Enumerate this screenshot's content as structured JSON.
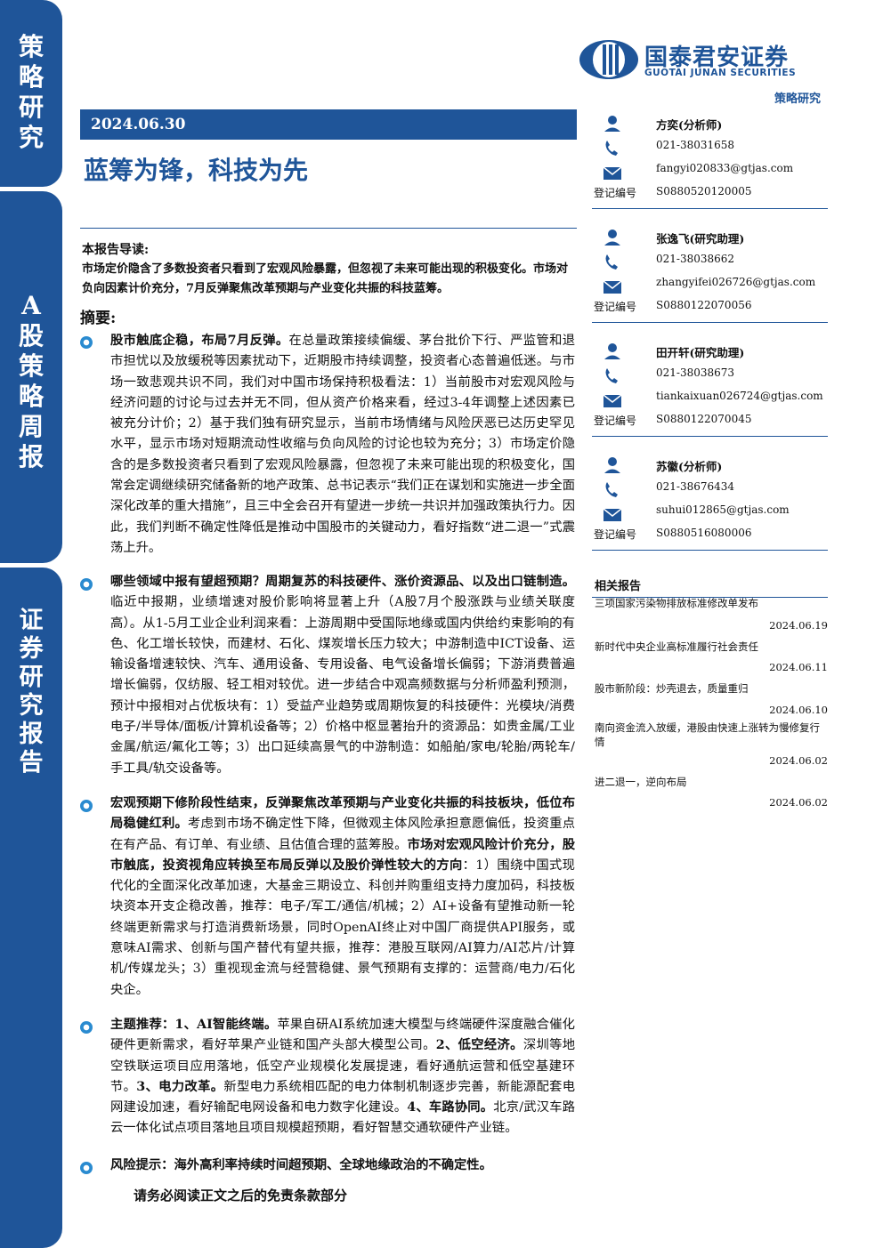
{
  "side_tabs": [
    {
      "chars": [
        "策",
        "略",
        "研",
        "究"
      ]
    },
    {
      "chars": [
        "A",
        "股",
        "策",
        "略",
        "周",
        "报"
      ]
    },
    {
      "chars": [
        "证",
        "券",
        "研",
        "究",
        "报",
        "告"
      ]
    }
  ],
  "header": {
    "logo_cn": "国泰君安证券",
    "logo_en": "GUOTAI JUNAN SECURITIES",
    "section_tag": "策略研究",
    "date": "2024.06.30",
    "title": "蓝筹为锋，科技为先"
  },
  "intro": {
    "heading": "本报告导读:",
    "text": "市场定价隐含了多数投资者只看到了宏观风险暴露，但忽视了未来可能出现的积极变化。市场对负向因素计价充分，7月反弹聚焦改革预期与产业变化共振的科技蓝筹。"
  },
  "abstract": {
    "heading": "摘要:",
    "paragraphs": [
      {
        "bold": "股市触底企稳，布局7月反弹。",
        "text": "在总量政策接续偏缓、茅台批价下行、严监管和退市担忧以及放缓税等因素扰动下，近期股市持续调整，投资者心态普遍低迷。与市场一致悲观共识不同，我们对中国市场保持积极看法：1）当前股市对宏观风险与经济问题的讨论与过去并无不同，但从资产价格来看，经过3-4年调整上述因素已被充分计价；2）基于我们独有研究显示，当前市场情绪与风险厌恶已达历史罕见水平，显示市场对短期流动性收缩与负向风险的讨论也较为充分；3）市场定价隐含的是多数投资者只看到了宏观风险暴露，但忽视了未来可能出现的积极变化，国常会定调继续研究储备新的地产政策、总书记表示“我们正在谋划和实施进一步全面深化改革的重大措施”，且三中全会召开有望进一步统一共识并加强政策执行力。因此，我们判断不确定性降低是推动中国股市的关键动力，看好指数“进二退一”式震荡上升。"
      },
      {
        "bold": "哪些领域中报有望超预期？周期复苏的科技硬件、涨价资源品、以及出口链制造。",
        "text": "临近中报期，业绩增速对股价影响将显著上升（A股7月个股涨跌与业绩关联度高）。从1-5月工业企业利润来看：上游周期中受国际地缘或国内供给约束影响的有色、化工增长较快，而建材、石化、煤炭增长压力较大；中游制造中ICT设备、运输设备增速较快、汽车、通用设备、专用设备、电气设备增长偏弱；下游消费普遍增长偏弱，仅纺服、轻工相对较优。进一步结合中观高频数据与分析师盈利预测，预计中报相对占优板块有：1）受益产业趋势或周期恢复的科技硬件：光模块/消费电子/半导体/面板/计算机设备等；2）价格中枢显著抬升的资源品：如贵金属/工业金属/航运/氟化工等；3）出口延续高景气的中游制造：如船舶/家电/轮胎/两轮车/手工具/轨交设备等。"
      },
      {
        "bold": "宏观预期下修阶段性结束，反弹聚焦改革预期与产业变化共振的科技板块，低位布局稳健红利。",
        "text": "考虑到市场不确定性下降，但微观主体风险承担意愿偏低，投资重点在有产品、有订单、有业绩、且估值合理的蓝筹股。",
        "bold2": "市场对宏观风险计价充分，股市触底，投资视角应转换至布局反弹以及股价弹性较大的方向",
        "text2": "：1）围绕中国式现代化的全面深化改革加速，大基金三期设立、科创并购重组支持力度加码，科技板块资本开支企稳改善，推荐：电子/军工/通信/机械；2）AI+设备有望推动新一轮终端更新需求与打造消费新场景，同时OpenAI终止对中国厂商提供API服务，或意味AI需求、创新与国产替代有望共振，推荐：港股互联网/AI算力/AI芯片/计算机/传媒龙头；3）重视现金流与经营稳健、景气预期有支撑的：运营商/电力/石化央企。"
      },
      {
        "bold": "主题推荐：1、AI智能终端。",
        "text": "苹果自研AI系统加速大模型与终端硬件深度融合催化硬件更新需求，看好苹果产业链和国产头部大模型公司。",
        "bold2": "2、低空经济。",
        "text2": "深圳等地空铁联运项目应用落地，低空产业规模化发展提速，看好通航运营和低空基建环节。",
        "bold3": "3、电力改革。",
        "text3": "新型电力系统相匹配的电力体制机制逐步完善，新能源配套电网建设加速，看好输配电网设备和电力数字化建设。",
        "bold4": "4、车路协同。",
        "text4": "北京/武汉车路云一体化试点项目落地且项目规模超预期，看好智慧交通软硬件产业链。"
      },
      {
        "bold": "风险提示：",
        "text": "",
        "bold2": "海外高利率持续时间超预期、全球地缘政治的不确定性。"
      }
    ]
  },
  "disclaimer": "请务必阅读正文之后的免责条款部分",
  "analysts": [
    {
      "name": "方奕(分析师)",
      "phone": "021-38031658",
      "email": "fangyi020833@gtjas.com",
      "reg_label": "登记编号",
      "reg": "S0880520120005"
    },
    {
      "name": "张逸飞(研究助理)",
      "phone": "021-38038662",
      "email": "zhangyifei026726@gtjas.com",
      "reg_label": "登记编号",
      "reg": "S0880122070056"
    },
    {
      "name": "田开轩(研究助理)",
      "phone": "021-38038673",
      "email": "tiankaixuan026724@gtjas.com",
      "reg_label": "登记编号",
      "reg": "S0880122070045"
    },
    {
      "name": "苏徽(分析师)",
      "phone": "021-38676434",
      "email": "suhui012865@gtjas.com",
      "reg_label": "登记编号",
      "reg": "S0880516080006"
    }
  ],
  "related": {
    "heading": "相关报告",
    "items": [
      {
        "title": "三项国家污染物排放标准修改单发布",
        "date": "2024.06.19"
      },
      {
        "title": "新时代中央企业高标准履行社会责任",
        "date": "2024.06.11"
      },
      {
        "title": "股市新阶段：炒壳退去，质量重归",
        "date": "2024.06.10"
      },
      {
        "title": "南向资金流入放缓，港股由快速上涨转为慢修复行情",
        "date": "2024.06.02"
      },
      {
        "title": "进二退一，逆向布局",
        "date": "2024.06.02"
      }
    ]
  },
  "colors": {
    "brand": "#1f5599",
    "bullet": "#2a8bd0"
  }
}
